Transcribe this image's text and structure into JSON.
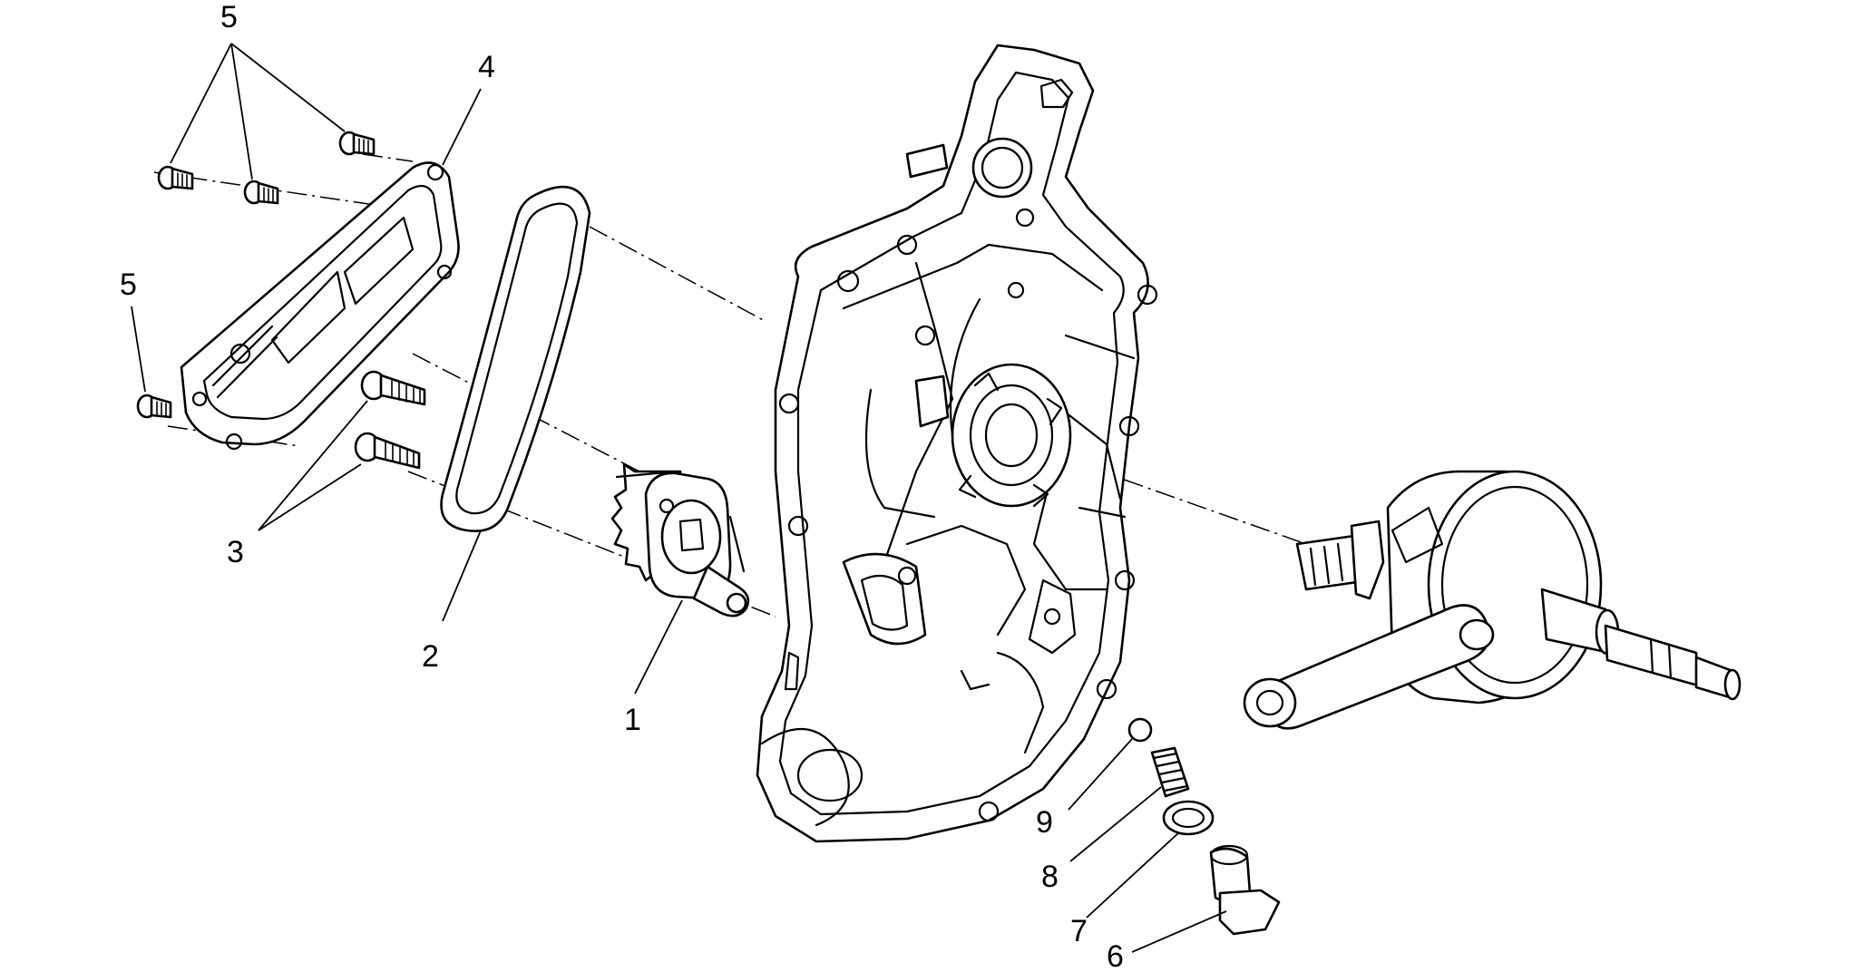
{
  "diagram": {
    "callouts": [
      {
        "id": "c5a",
        "text": "5"
      },
      {
        "id": "c4",
        "text": "4"
      },
      {
        "id": "c5b",
        "text": "5"
      },
      {
        "id": "c3",
        "text": "3"
      },
      {
        "id": "c2",
        "text": "2"
      },
      {
        "id": "c1",
        "text": "1"
      },
      {
        "id": "c9",
        "text": "9"
      },
      {
        "id": "c8",
        "text": "8"
      },
      {
        "id": "c7",
        "text": "7"
      },
      {
        "id": "c6",
        "text": "6"
      }
    ]
  }
}
